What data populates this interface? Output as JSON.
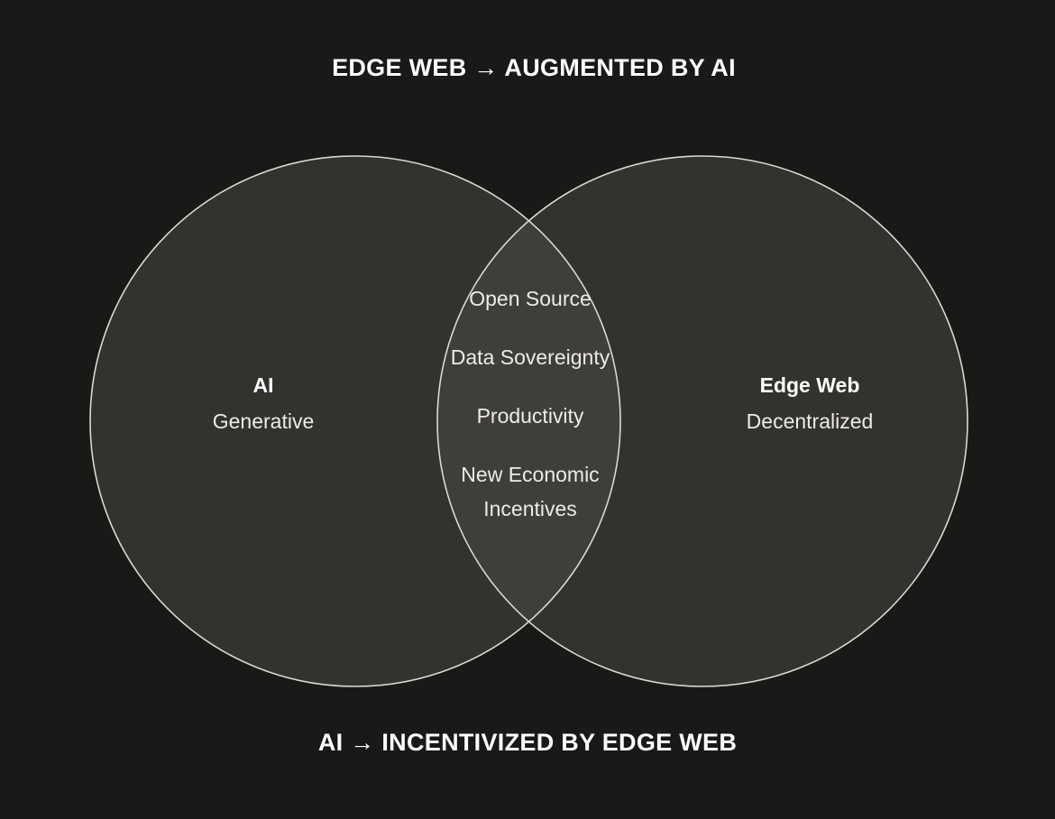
{
  "headline_top": "EDGE WEB → AUGMENTED BY AI",
  "headline_bottom": "AI → INCENTIVIZED BY EDGE WEB",
  "left_circle": {
    "name": "AI",
    "subtitle": "Generative"
  },
  "right_circle": {
    "name": "Edge Web",
    "subtitle": "Decentralized"
  },
  "overlap": {
    "items": [
      "Open Source",
      "Data Sovereignty",
      "Productivity",
      "New Economic\nIncentives"
    ]
  },
  "colors": {
    "background": "#1a1917",
    "circle_fill": "#34322e",
    "overlap_fill": "#403e39",
    "stroke": "#d9d8d2",
    "text": "#ffffff"
  }
}
